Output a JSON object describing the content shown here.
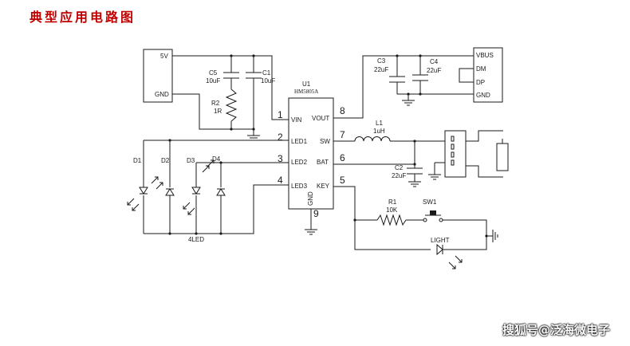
{
  "title": "典型应用电路图",
  "watermark": "搜狐号@泛海微电子",
  "ic": {
    "ref": "U1",
    "part": "HM5805A",
    "pins": {
      "VIN": "VIN",
      "LED1": "LED1",
      "LED2": "LED2",
      "LED3": "LED3",
      "VOUT": "VOUT",
      "SW": "SW",
      "BAT": "BAT",
      "KEY": "KEY",
      "GND": "GND"
    },
    "pin_numbers": {
      "vin": "1",
      "led1": "2",
      "led2": "3",
      "led3": "4",
      "key": "5",
      "bat": "6",
      "sw": "7",
      "vout": "8",
      "gnd": "9"
    }
  },
  "input_connector": {
    "top": "5V",
    "bottom": "GND"
  },
  "usb_connector": {
    "pins": [
      "VBUS",
      "DM",
      "DP",
      "GND"
    ]
  },
  "components": {
    "C5": {
      "ref": "C5",
      "value": "10uF"
    },
    "C1": {
      "ref": "C1",
      "value": "10uF"
    },
    "R2": {
      "ref": "R2",
      "value": "1R"
    },
    "C3": {
      "ref": "C3",
      "value": "22uF"
    },
    "C4": {
      "ref": "C4",
      "value": "22uF"
    },
    "L1": {
      "ref": "L1",
      "value": "1uH"
    },
    "C2": {
      "ref": "C2",
      "value": "22uF"
    },
    "R1": {
      "ref": "R1",
      "value": "10K"
    },
    "SW1": {
      "ref": "SW1"
    },
    "D1": {
      "ref": "D1"
    },
    "D2": {
      "ref": "D2"
    },
    "D3": {
      "ref": "D3"
    },
    "D4": {
      "ref": "D4"
    },
    "led_group": "4LED",
    "light": "LIGHT"
  },
  "colors": {
    "title": "#c00000",
    "wire": "#1a1a1a"
  }
}
